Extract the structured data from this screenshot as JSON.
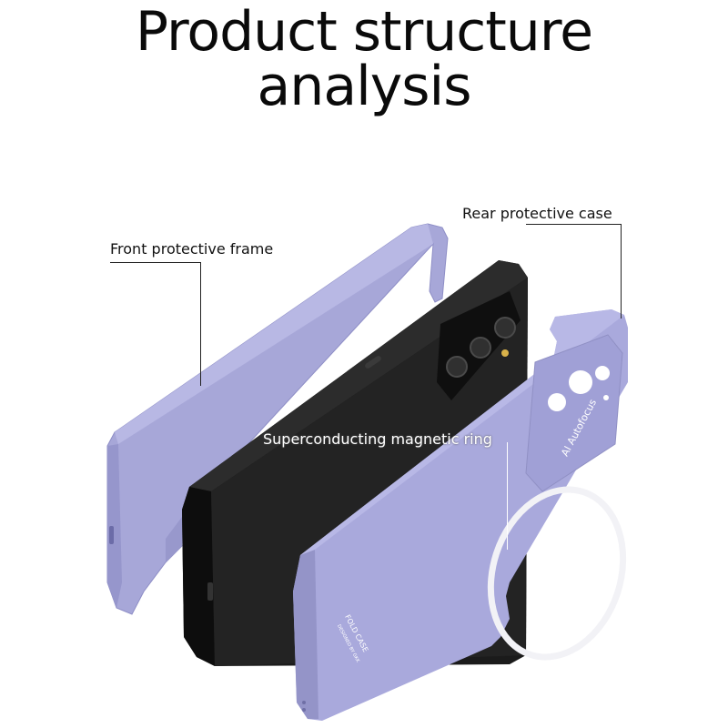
{
  "title": {
    "line1": "Product structure",
    "line2": "analysis"
  },
  "callouts": {
    "front_frame": "Front protective frame",
    "rear_case": "Rear protective case",
    "magnetic_ring": "Superconducting magnetic ring"
  },
  "case_print": {
    "camera_text": "AI Autofocus",
    "brand_text": "FOLD CASE",
    "small_text": "DESIGNED BY GKK"
  },
  "colors": {
    "case_lavender": "#a9a9dc",
    "phone_black": "#1a1a1a",
    "ring_white": "#f2f2f6"
  }
}
